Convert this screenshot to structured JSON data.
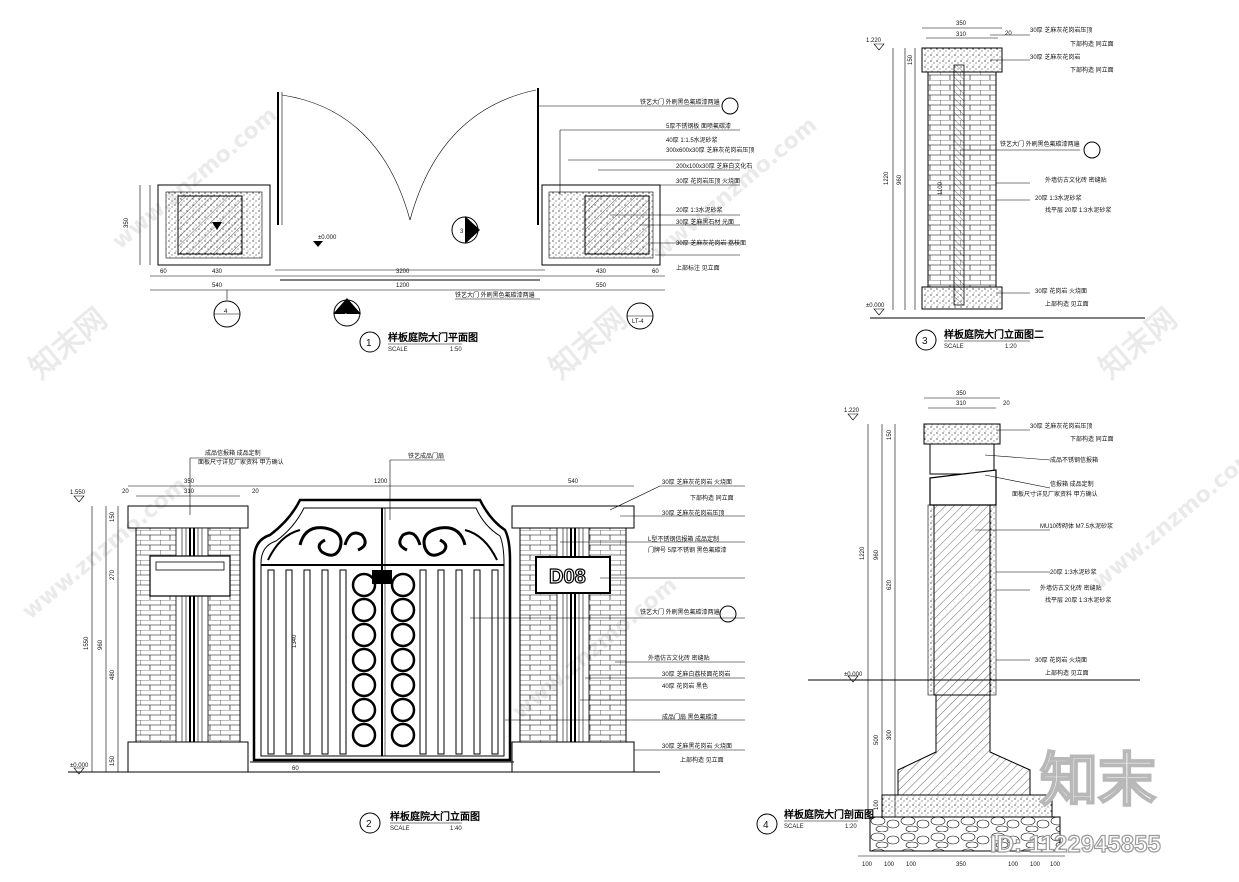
{
  "drawings": {
    "plan": {
      "number": "1",
      "title": "样板庭院大门平面图",
      "scale": "1:50",
      "scale_prefix": "SCALE"
    },
    "elevation_front": {
      "number": "2",
      "title": "样板庭院大门立面图",
      "scale": "1:40",
      "scale_prefix": "SCALE"
    },
    "elevation_side": {
      "number": "3",
      "title": "样板庭院大门立面图二",
      "scale": "1:20",
      "scale_prefix": "SCALE"
    },
    "section": {
      "number": "4",
      "title": "样板庭院大门剖面图",
      "scale": "1:20",
      "scale_prefix": "SCALE"
    }
  },
  "plan_dims": {
    "overall": "3200",
    "pillar_left": "540",
    "pillar_right": "550",
    "inner_left": "430",
    "inner_right": "430",
    "edge": "60",
    "depth": "350",
    "gate": "1200",
    "elev": "±0.000"
  },
  "front_dims": {
    "left_top": "350",
    "left_inner": "310",
    "middle": "1200",
    "right": "540",
    "small": "20",
    "height_total": "1550",
    "h1": "150",
    "h2": "960",
    "h3": "480",
    "h4": "270",
    "h5": "150",
    "elev_top": "1.550",
    "elev_bottom": "±0.000",
    "gate_height": "1340",
    "mid_label": "60",
    "nameplate": "D08",
    "top_note": "铁艺成品门扇"
  },
  "side_dims": {
    "width": "350",
    "inner": "310",
    "small": "20",
    "height": "1220",
    "h1": "150",
    "h2": "960",
    "h3": "1100",
    "elev_top": "1.220",
    "elev_bottom": "±0.000"
  },
  "section_dims": {
    "width": "350",
    "inner": "310",
    "small": "20",
    "height": "1220",
    "h1": "150",
    "h2": "960",
    "h3": "620",
    "h4": "300",
    "h5": "500",
    "h6": "100",
    "elev_top": "1.220",
    "elev_bottom": "±0.000",
    "bottom": [
      "100",
      "100",
      "100",
      "350",
      "100",
      "100",
      "100"
    ]
  },
  "callouts_plan": [
    "铁艺大门 外刷黑色氟碳漆两遍",
    "5厚不锈钢板 面喷氟碳漆",
    "40厚 1:1.5水泥砂浆",
    "300x600x30厚 芝麻灰花岗岩压顶",
    "200x100x30厚 芝麻白文化石",
    "30厚 花岗岩压顶 火烧面",
    "20厚 1:3水泥砂浆",
    "30厚 芝麻黑石材 光面",
    "30厚 芝麻灰花岗岩 荔枝面",
    "上部标注 见立面"
  ],
  "callouts_front": [
    "30厚 芝麻灰花岗岩 火烧面",
    "下部构造 同立面",
    "30厚 芝麻灰花岗岩压顶",
    "L型不锈钢信报箱 成品定制",
    "门牌号 5厚不锈钢 黑色氟碳漆",
    "铁艺大门 外刷黑色氟碳漆两遍",
    "外墙仿古文化砖 密缝贴",
    "30厚 芝麻白荔枝面花岗岩",
    "40厚 花岗岩 黑色",
    "成品门扇 黑色氟碳漆",
    "30厚 芝麻黑花岗岩 火烧面",
    "上部构造 见立面"
  ],
  "callouts_left_front": [
    "成品信报箱 成品定制",
    "面板尺寸详见厂家资料 甲方确认"
  ],
  "callouts_side": [
    "30厚 芝麻灰花岗岩压顶",
    "下部构造 同立面",
    "30厚 芝麻灰花岗岩",
    "下部构造 同立面",
    "铁艺大门 外刷黑色氟碳漆两遍",
    "外墙仿古文化砖 密缝贴",
    "20厚 1:3水泥砂浆",
    "找平层 20厚 1:3水泥砂浆",
    "30厚 花岗岩 火烧面",
    "上部构造 见立面"
  ],
  "callouts_section": [
    "30厚 芝麻灰花岗岩压顶",
    "下部构造 同立面",
    "成品不锈钢信报箱",
    "信报箱 成品定制",
    "面板尺寸详见厂家资料 甲方确认",
    "MU10砖砌体 M7.5水泥砂浆",
    "20厚 1:3水泥砂浆",
    "外墙仿古文化砖 密缝贴",
    "找平层 20厚 1:3水泥砂浆",
    "30厚 花岗岩 火烧面",
    "上部构造 见立面"
  ],
  "watermark": {
    "brand": "知末",
    "site": "www.znzmo.com",
    "id": "ID: 1122945855",
    "logo_text": "知末网"
  },
  "section_markers": [
    "1",
    "2",
    "3",
    "4"
  ],
  "ref_code": "LT-4"
}
